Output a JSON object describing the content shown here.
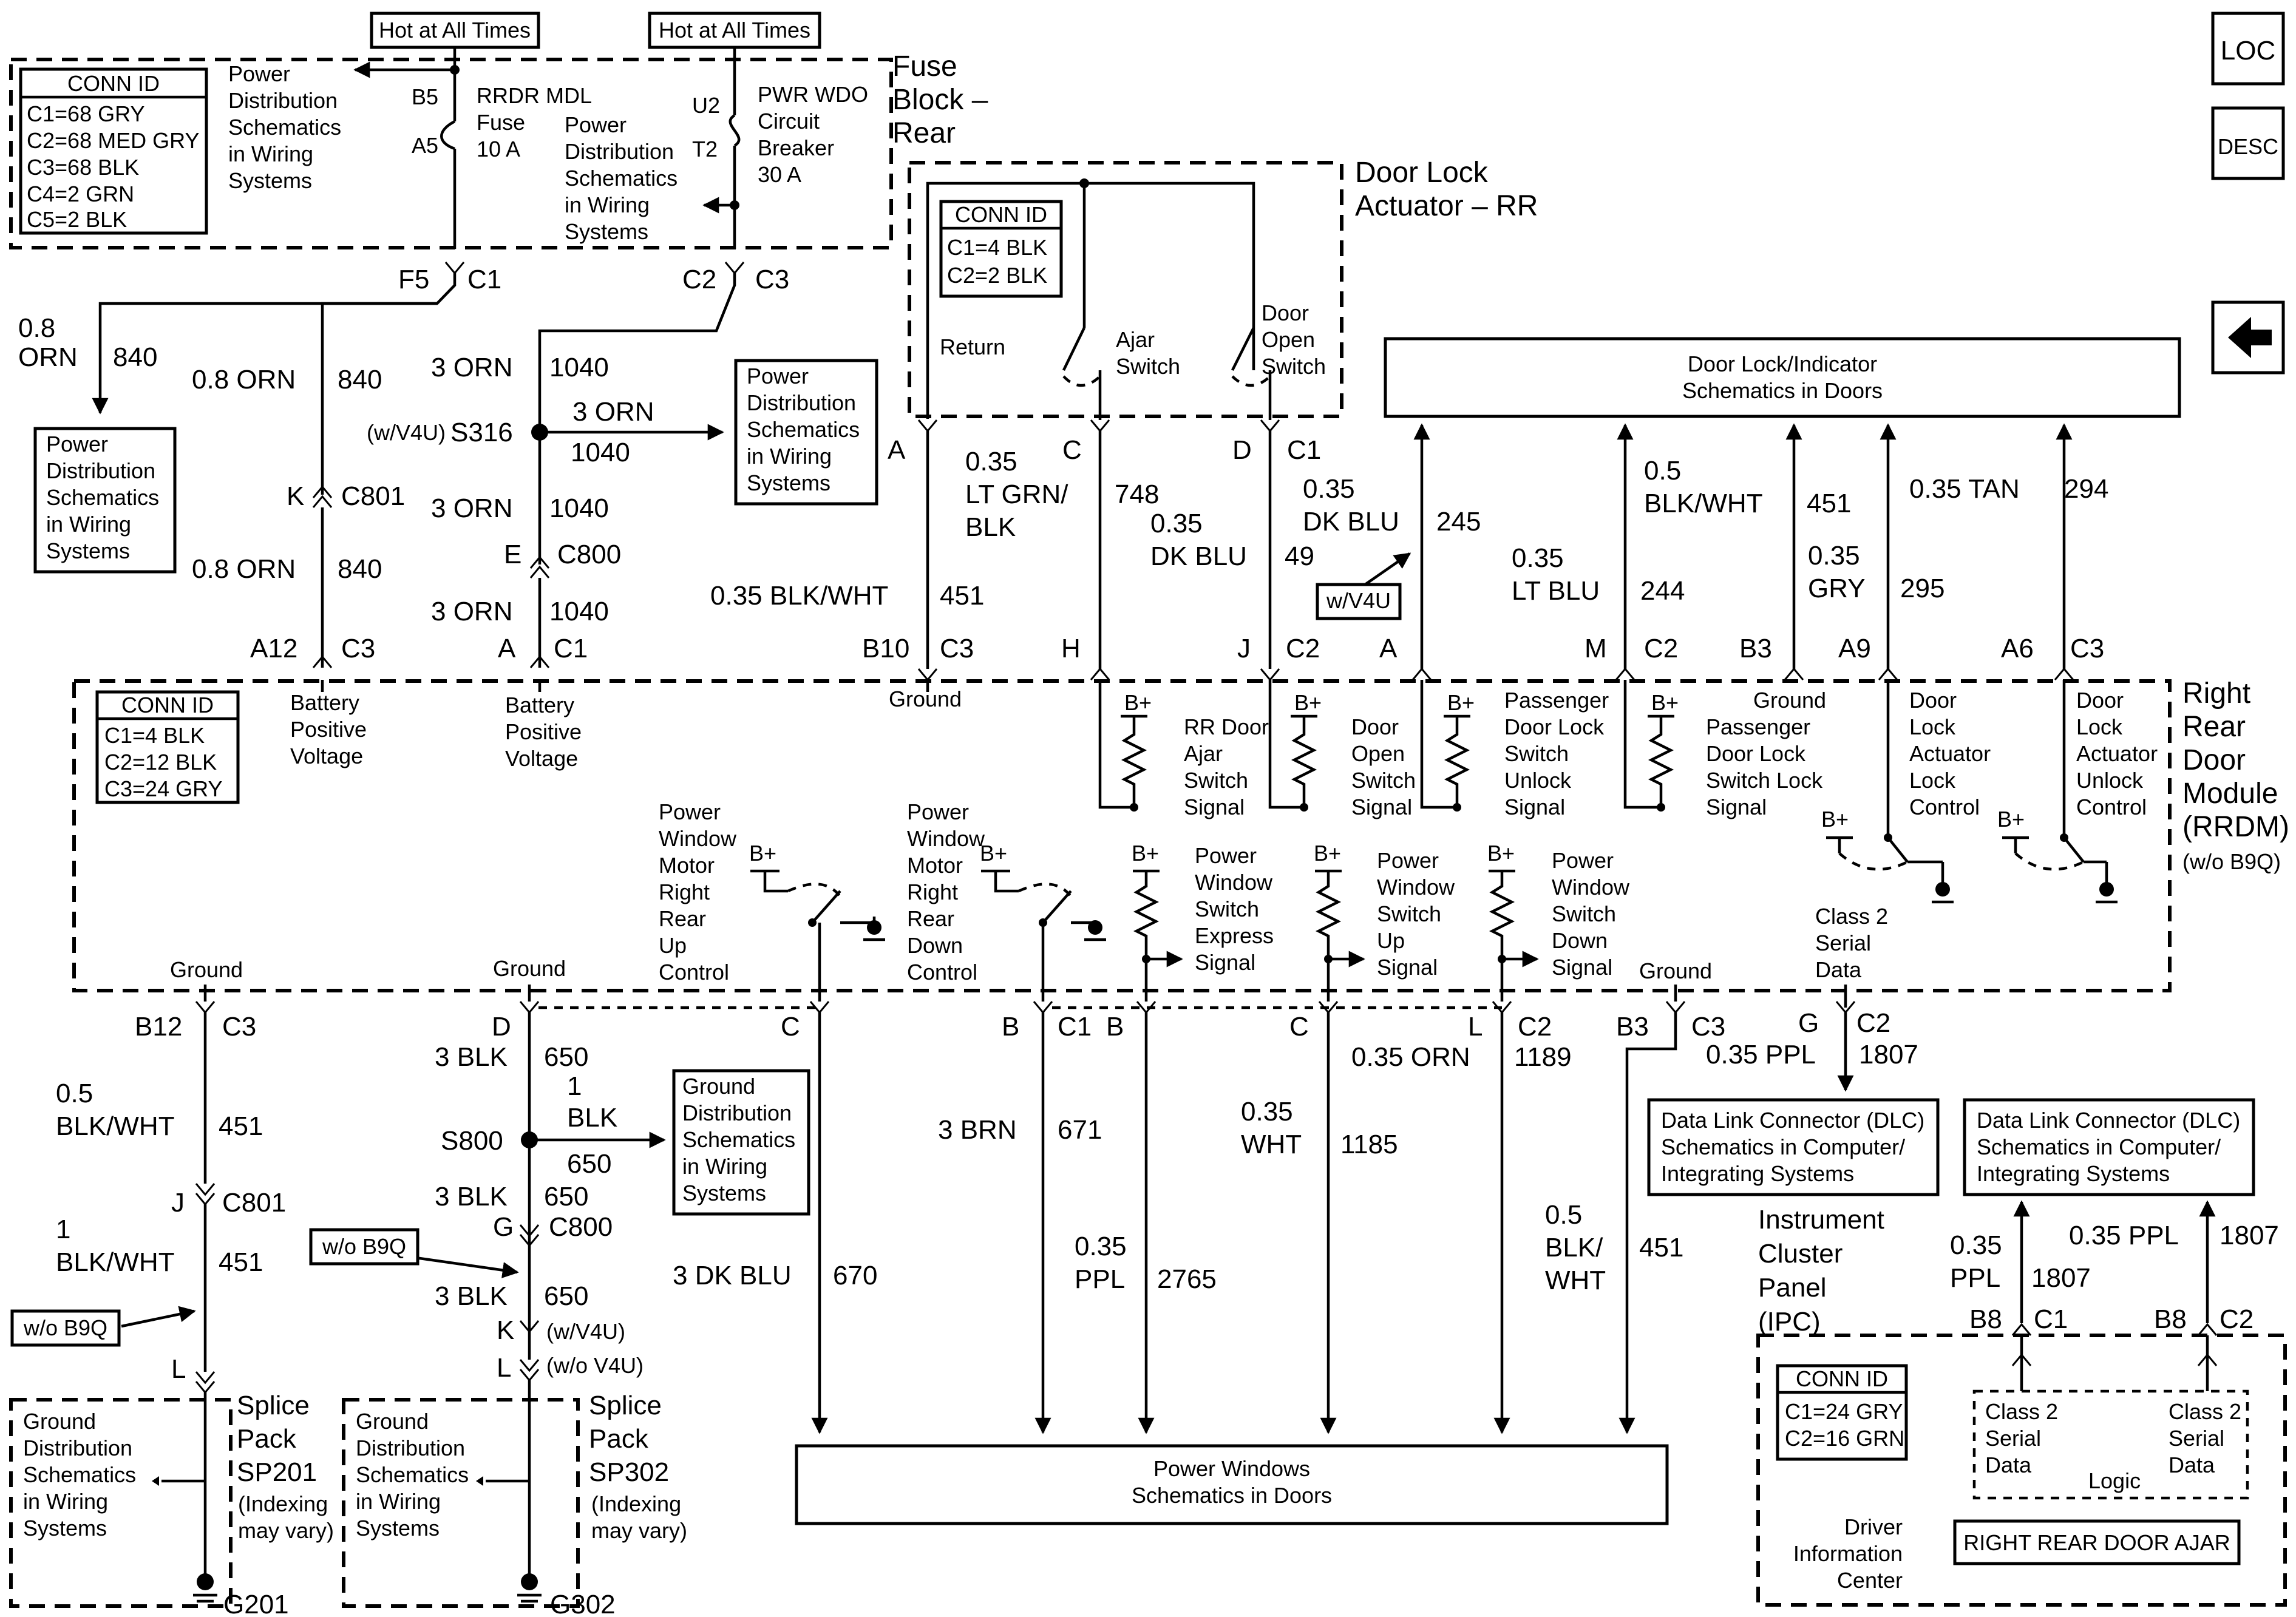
{
  "corner_buttons": {
    "loc": "LOC",
    "desc": "DESC"
  },
  "hot_at_all_times": [
    "Hot at All Times",
    "Hot at All Times"
  ],
  "fuse_block": {
    "title": [
      "Fuse",
      "Block –",
      "Rear"
    ],
    "conn_id": {
      "header": "CONN ID",
      "lines": [
        "C1=68 GRY",
        "C2=68 MED GRY",
        "C3=68 BLK",
        "C4=2 GRN",
        "C5=2 BLK"
      ]
    },
    "power_dist_left": [
      "Power",
      "Distribution",
      "Schematics",
      "in Wiring",
      "Systems"
    ],
    "power_dist_mid": [
      "Power",
      "Distribution",
      "Schematics",
      "in Wiring",
      "Systems"
    ],
    "fuse_pins": {
      "top": "B5",
      "bottom": "A5"
    },
    "fuse_label": [
      "RRDR MDL",
      "Fuse",
      "10 A"
    ],
    "breaker_pins": {
      "top": "U2",
      "bottom": "T2"
    },
    "breaker_label": [
      "PWR WDO",
      "Circuit",
      "Breaker",
      "30 A"
    ],
    "conn_left": {
      "pin": "F5",
      "conn": "C1"
    },
    "conn_right": {
      "pin": "C2",
      "conn": "C3"
    }
  },
  "upper_wiring": {
    "w840_branch": [
      "0.8",
      "ORN",
      "840"
    ],
    "pd_box_left": [
      "Power",
      "Distribution",
      "Schematics",
      "in Wiring",
      "Systems"
    ],
    "w840_a": [
      "0.8 ORN",
      "840"
    ],
    "c801": {
      "pin": "K",
      "conn": "C801"
    },
    "w840_b": [
      "0.8 ORN",
      "840"
    ],
    "w1040_a": [
      "3 ORN",
      "1040"
    ],
    "splice": {
      "tag": "(w/V4U)",
      "name": "S316"
    },
    "w1040_branch": [
      "3 ORN",
      "1040"
    ],
    "pd_box_mid": [
      "Power",
      "Distribution",
      "Schematics",
      "in Wiring",
      "Systems"
    ],
    "w1040_b": [
      "3 ORN",
      "1040"
    ],
    "c800": {
      "pin": "E",
      "conn": "C800"
    },
    "w1040_c": [
      "3 ORN",
      "1040"
    ],
    "c3_a12": {
      "pin": "A12",
      "conn": "C3"
    },
    "c1_a": {
      "pin": "A",
      "conn": "C1"
    }
  },
  "door_lock_actuator": {
    "title": [
      "Door Lock",
      "Actuator – RR"
    ],
    "conn_id": {
      "header": "CONN ID",
      "lines": [
        "C1=4 BLK",
        "C2=2 BLK"
      ]
    },
    "return": "Return",
    "ajar_switch": [
      "Ajar",
      "Switch"
    ],
    "door_open_switch": [
      "Door",
      "Open",
      "Switch"
    ],
    "pins": [
      {
        "pin": "A"
      },
      {
        "pin": "C"
      },
      {
        "pin": "D",
        "conn": "C1"
      }
    ]
  },
  "actuator_wires": {
    "w451": [
      "0.35 BLK/WHT",
      "451"
    ],
    "w748": [
      "0.35",
      "LT GRN/",
      "BLK",
      "748"
    ],
    "w49": [
      "0.35",
      "DK BLU",
      "49"
    ],
    "w245": [
      "0.35",
      "DK BLU",
      "245"
    ],
    "w_v4u": "w/V4U"
  },
  "door_lock_indicator_box": [
    "Door Lock/Indicator",
    "Schematics in Doors"
  ],
  "right_wires": {
    "w244": [
      "0.35",
      "LT BLU",
      "244"
    ],
    "w451": [
      "0.5",
      "BLK/WHT",
      "451"
    ],
    "w295": [
      "0.35",
      "GRY",
      "295"
    ],
    "w294": [
      "0.35 TAN",
      "294"
    ]
  },
  "rrdm_top_pins": [
    {
      "pin": "B10",
      "conn": "C3"
    },
    {
      "pin": "H"
    },
    {
      "pin": "J",
      "conn": "C2"
    },
    {
      "pin": "A"
    },
    {
      "pin": "M",
      "conn": "C2"
    },
    {
      "pin": "B3"
    },
    {
      "pin": "A9"
    },
    {
      "pin": "A6",
      "conn": "C3"
    }
  ],
  "rrdm": {
    "title": [
      "Right",
      "Rear",
      "Door",
      "Module",
      "(RRDM)",
      "(w/o B9Q)"
    ],
    "conn_id": {
      "header": "CONN ID",
      "lines": [
        "C1=4 BLK",
        "C2=12 BLK",
        "C3=24 GRY"
      ]
    },
    "battery_a": [
      "Battery",
      "Positive",
      "Voltage"
    ],
    "battery_b": [
      "Battery",
      "Positive",
      "Voltage"
    ],
    "ground_top": "Ground",
    "ground_bottom": [
      "Ground",
      "Ground",
      "Ground"
    ],
    "bplus": "B+",
    "signals": {
      "rr_ajar": [
        "RR Door",
        "Ajar",
        "Switch",
        "Signal"
      ],
      "door_open": [
        "Door",
        "Open",
        "Switch",
        "Signal"
      ],
      "pass_unlock": [
        "Passenger",
        "Door Lock",
        "Switch",
        "Unlock",
        "Signal"
      ],
      "pass_lock": [
        "Ground",
        "Passenger",
        "Door Lock",
        "Switch Lock",
        "Signal"
      ],
      "act_lock": [
        "Door",
        "Lock",
        "Actuator",
        "Lock",
        "Control"
      ],
      "act_unlock": [
        "Door",
        "Lock",
        "Actuator",
        "Unlock",
        "Control"
      ],
      "pw_up": [
        "Power",
        "Window",
        "Motor",
        "Right",
        "Rear",
        "Up",
        "Control"
      ],
      "pw_down": [
        "Power",
        "Window",
        "Motor",
        "Right",
        "Rear",
        "Down",
        "Control"
      ],
      "pw_express": [
        "Power",
        "Window",
        "Switch",
        "Express",
        "Signal"
      ],
      "pw_sw_up": [
        "Power",
        "Window",
        "Switch",
        "Up",
        "Signal"
      ],
      "pw_sw_down": [
        "Power",
        "Window",
        "Switch",
        "Down",
        "Signal"
      ],
      "class2": [
        "Class 2",
        "Serial",
        "Data"
      ]
    }
  },
  "rrdm_bottom_pins": [
    {
      "pin": "B12",
      "conn": "C3"
    },
    {
      "pin": "D"
    },
    {
      "pin": "C"
    },
    {
      "pin": "B",
      "conn": "C1"
    },
    {
      "pin": "B"
    },
    {
      "pin": "C"
    },
    {
      "pin": "L",
      "conn": "C2"
    },
    {
      "pin": "B3",
      "conn": "C3"
    },
    {
      "pin": "G",
      "conn": "C2"
    }
  ],
  "lower_wiring": {
    "w451_a": [
      "0.5",
      "BLK/WHT",
      "451"
    ],
    "c801": {
      "pin": "J",
      "conn": "C801"
    },
    "w451_b": [
      "1",
      "BLK/WHT",
      "451"
    ],
    "wob9q_a": "w/o B9Q",
    "pin_l_a": "L",
    "w650_a": [
      "3 BLK",
      "650"
    ],
    "w650_branch": [
      "1",
      "BLK",
      "650"
    ],
    "gd_box": [
      "Ground",
      "Distribution",
      "Schematics",
      "in Wiring",
      "Systems"
    ],
    "splice": "S800",
    "w650_b": [
      "3 BLK",
      "650"
    ],
    "c800": {
      "pin": "G",
      "conn": "C800"
    },
    "wob9q_b": "w/o B9Q",
    "w650_c": [
      "3 BLK",
      "650"
    ],
    "pin_k": {
      "pin": "K",
      "tag": "(w/V4U)"
    },
    "pin_l_b": {
      "pin": "L",
      "tag": "(w/o V4U)"
    },
    "w670": [
      "3 DK BLU",
      "670"
    ],
    "w671": [
      "3 BRN",
      "671"
    ],
    "w2765": [
      "0.35",
      "PPL",
      "2765"
    ],
    "w1185": [
      "0.35",
      "WHT",
      "1185"
    ],
    "w1189": [
      "0.35 ORN",
      "1189"
    ],
    "w451_c": [
      "0.5",
      "BLK/",
      "WHT",
      "451"
    ],
    "w1807": [
      "0.35 PPL",
      "1807"
    ]
  },
  "power_windows_box": [
    "Power Windows",
    "Schematics in Doors"
  ],
  "dlc_a": [
    "Data Link Connector (DLC)",
    "Schematics in Computer/",
    "Integrating Systems"
  ],
  "dlc_b": [
    "Data Link Connector (DLC)",
    "Schematics in Computer/",
    "Integrating Systems"
  ],
  "ipc_wires": {
    "left": [
      "0.35",
      "PPL",
      "1807"
    ],
    "right": [
      "0.35 PPL",
      "1807"
    ]
  },
  "ipc": {
    "title": [
      "Instrument",
      "Cluster",
      "Panel",
      "(IPC)"
    ],
    "pins": [
      {
        "pin": "B8",
        "conn": "C1"
      },
      {
        "pin": "B8",
        "conn": "C2"
      }
    ],
    "conn_id": {
      "header": "CONN ID",
      "lines": [
        "C1=24 GRY",
        "C2=16 GRN"
      ]
    },
    "class2_a": [
      "Class 2",
      "Serial",
      "Data"
    ],
    "class2_b": [
      "Class 2",
      "Serial",
      "Data"
    ],
    "logic": "Logic",
    "dic": [
      "Driver",
      "Information",
      "Center"
    ],
    "display": "RIGHT REAR DOOR AJAR"
  },
  "splice_packs": [
    {
      "box": [
        "Ground",
        "Distribution",
        "Schematics",
        "in Wiring",
        "Systems"
      ],
      "title": [
        "Splice",
        "Pack",
        "SP201"
      ],
      "note": [
        "(Indexing",
        "may vary)"
      ],
      "ground": "G201"
    },
    {
      "box": [
        "Ground",
        "Distribution",
        "Schematics",
        "in Wiring",
        "Systems"
      ],
      "title": [
        "Splice",
        "Pack",
        "SP302"
      ],
      "note": [
        "(Indexing",
        "may vary)"
      ],
      "ground": "G302"
    }
  ]
}
